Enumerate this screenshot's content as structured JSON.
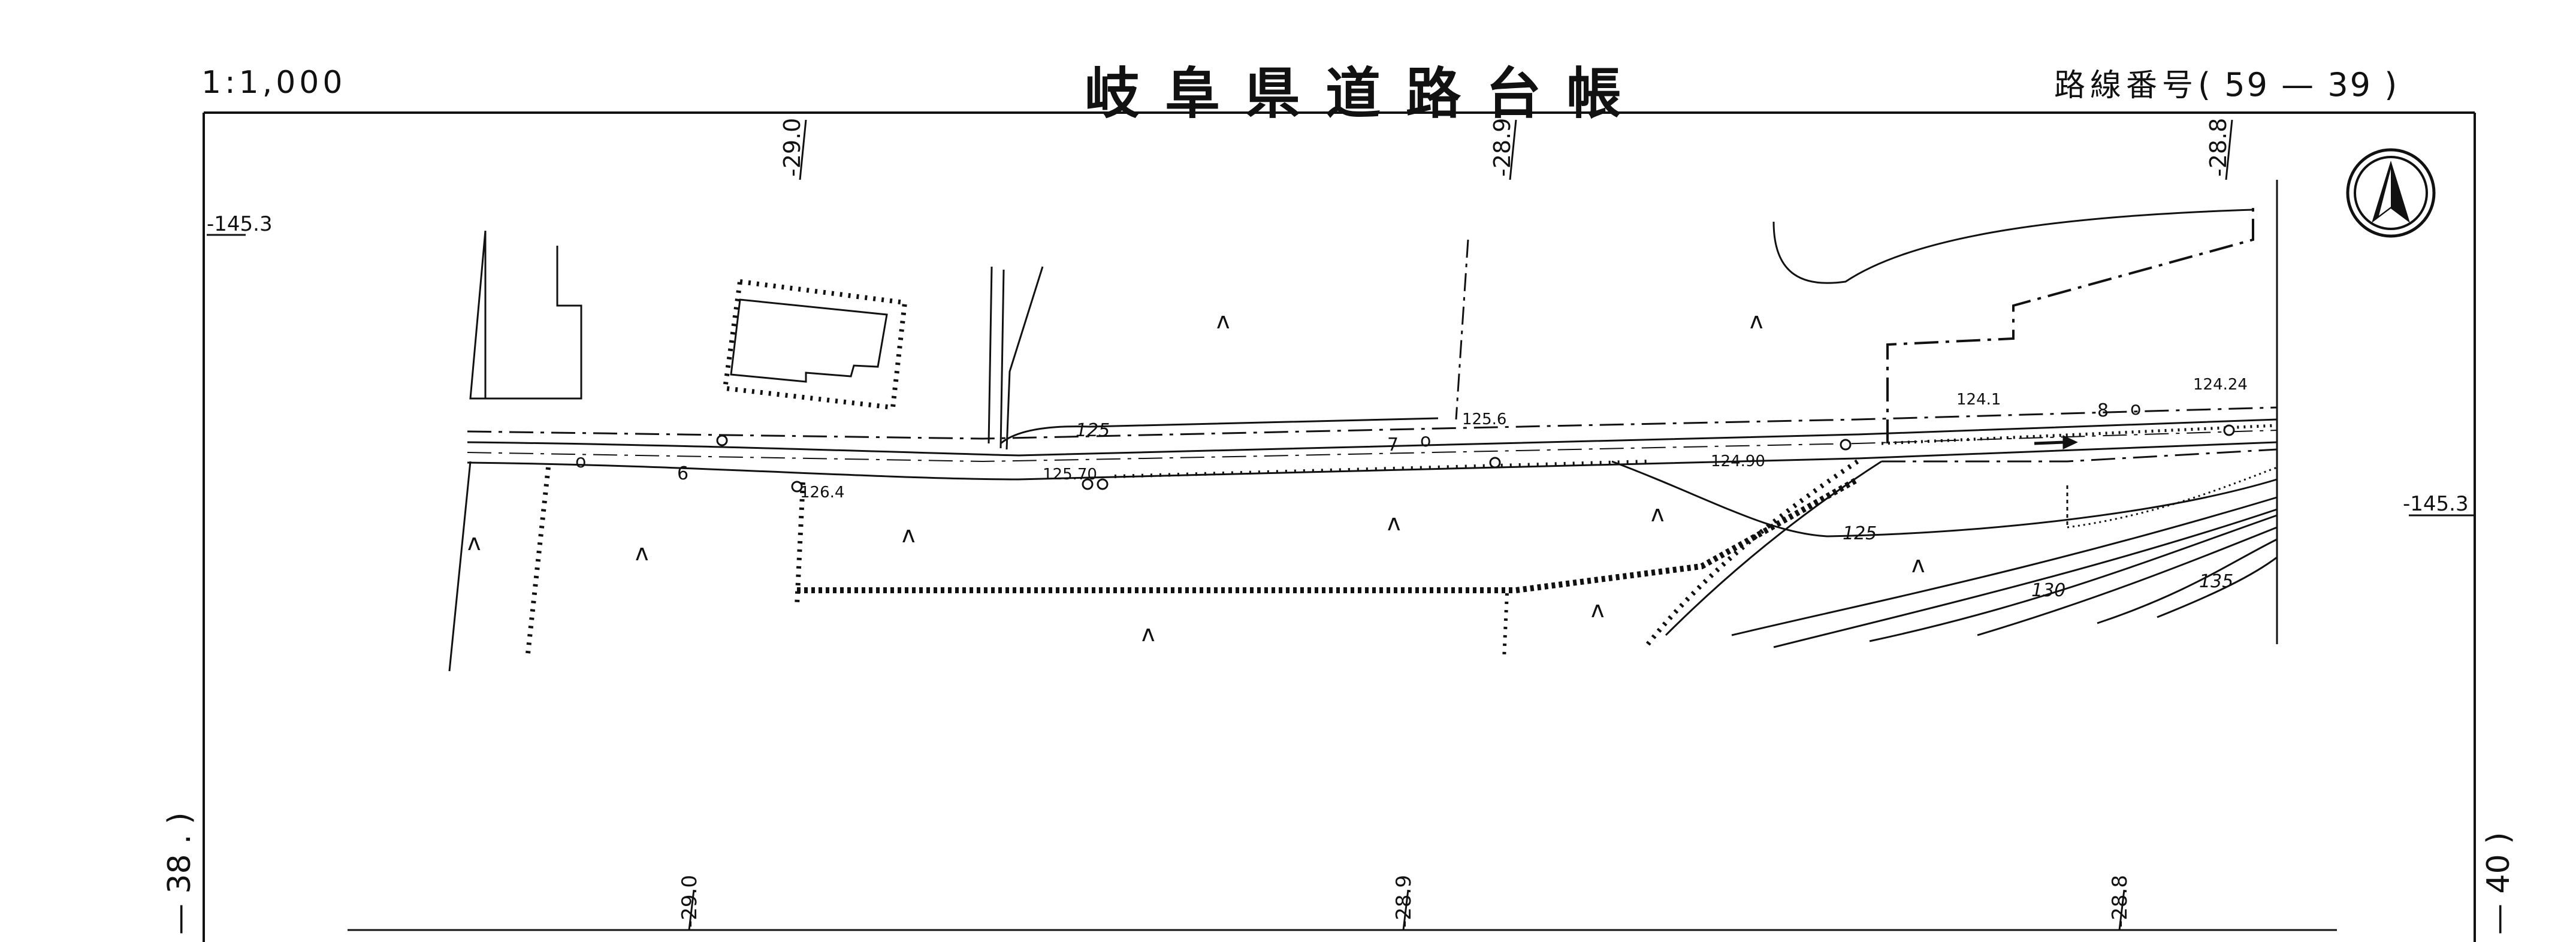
{
  "header": {
    "scale": "1:1,000",
    "title": "岐阜県道路台帳",
    "route_label": "路線番号",
    "route_main": "59",
    "route_dash": "—",
    "route_sub": "39"
  },
  "sheet_links": {
    "left": "38",
    "right": "40"
  },
  "grid_labels": {
    "top": [
      "-29.0",
      "-28.9",
      "-28.8"
    ],
    "bottom": [
      "-29.0",
      "-28.9",
      "-28.8"
    ],
    "left": "-145.3",
    "right": "-145.3"
  },
  "elevations": [
    "126.4",
    "125.70",
    "125.6",
    "124.90",
    "124.1",
    "124.24"
  ],
  "contours": [
    "125",
    "125",
    "130",
    "135"
  ],
  "road_marks": [
    "o",
    "6",
    "7",
    "o",
    "8",
    "o"
  ],
  "vegetation_symbol": "ʌ",
  "north_arrow": "north-arrow-icon"
}
